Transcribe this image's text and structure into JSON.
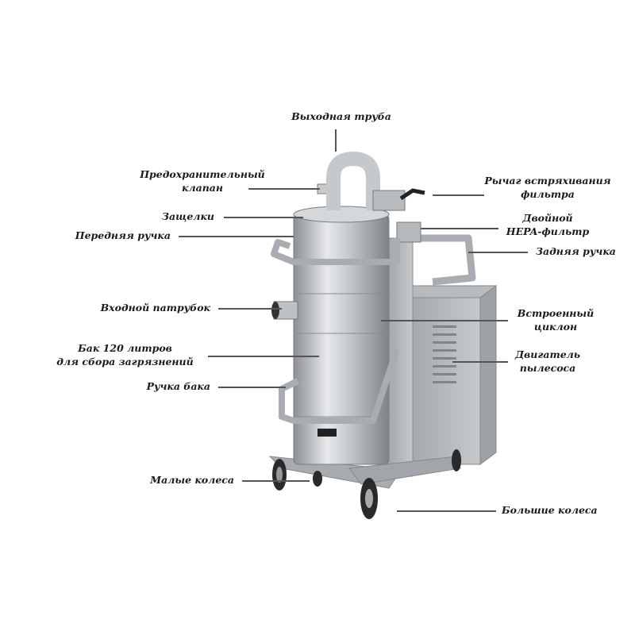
{
  "labels": {
    "outlet_pipe": "Выходная труба",
    "safety_valve": [
      "Предохранительный",
      "клапан"
    ],
    "latches": "Защелки",
    "front_handle": "Передняя ручка",
    "inlet": "Входной патрубок",
    "tank": [
      "Бак 120 литров",
      "для сбора загрязнений"
    ],
    "tank_handle": "Ручка бака",
    "small_wheels": "Малые колеса",
    "filter_shaker": [
      "Рычаг встряхивания",
      "фильтра"
    ],
    "hepa": [
      "Двойной",
      "HEPA-фильтр"
    ],
    "rear_handle": "Задняя ручка",
    "cyclone": [
      "Встроенный",
      "циклон"
    ],
    "motor": [
      "Двигатель",
      "пылесоса"
    ],
    "large_wheels": "Большие колеса"
  },
  "colors": {
    "steel": "#c9cccf",
    "frame": "#a4a8ac",
    "text": "#1a1a1a"
  }
}
